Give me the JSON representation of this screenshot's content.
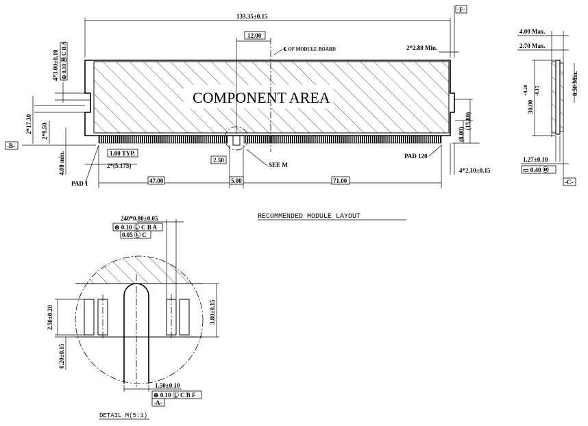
{
  "labels": {
    "overall_width": "133.35±0.15",
    "center_slot": "12.00",
    "centerline_note": "℄ OF MODULE BOARD",
    "edge_clear": "2*2.80 Min.",
    "datum_f": "-F-",
    "datum_b": "-B-",
    "datum_c": "-C-",
    "datum_a": "-A-",
    "notch_height": "4*3.00±0.10",
    "notch_tol": "⊕ 0.10 Ⓜ C B A",
    "height_1730": "2*17.30",
    "height_950": "2*9.50",
    "height_400": "4.00 min.",
    "component_area": "COMPONENT AREA",
    "pitch": "1.00 TYP.",
    "pad_start": "2*(5.175)",
    "dim_250": "2.50",
    "see_m": "SEE M",
    "pad_1": "PAD 1",
    "pad_120": "PAD 120",
    "dim_4700": "47.00",
    "dim_500": "5.00",
    "dim_7100": "71.00",
    "dim_800": "(8.00)",
    "dim_1580": "(15.80)",
    "dim_210": "4*2.10±0.15",
    "side_400": "4.00 Max.",
    "side_270": "2.70 Max.",
    "side_050": "0.50 Min.",
    "side_3000": "30.00",
    "side_3000_tol_up": "+0.20",
    "side_3000_tol_dn": "-0.15",
    "side_127": "1.27±0.10",
    "side_flat": "▭ 0.40 Ⓜ",
    "layout_title": "RECOMMENDED MODULE LAYOUT",
    "detail_pads": "240*0.80±0.05",
    "detail_tol1": "⊕ 0.10 Ⓛ C B A",
    "detail_tol2": "0.05 Ⓛ C",
    "detail_250": "2.50±0.20",
    "detail_020": "0.20±0.15",
    "detail_380": "3.80±0.15",
    "detail_150": "1.50±0.10",
    "detail_tol3": "⊕ 0.10 Ⓛ C B F",
    "detail_title": "DETAIL M(5:1)"
  }
}
